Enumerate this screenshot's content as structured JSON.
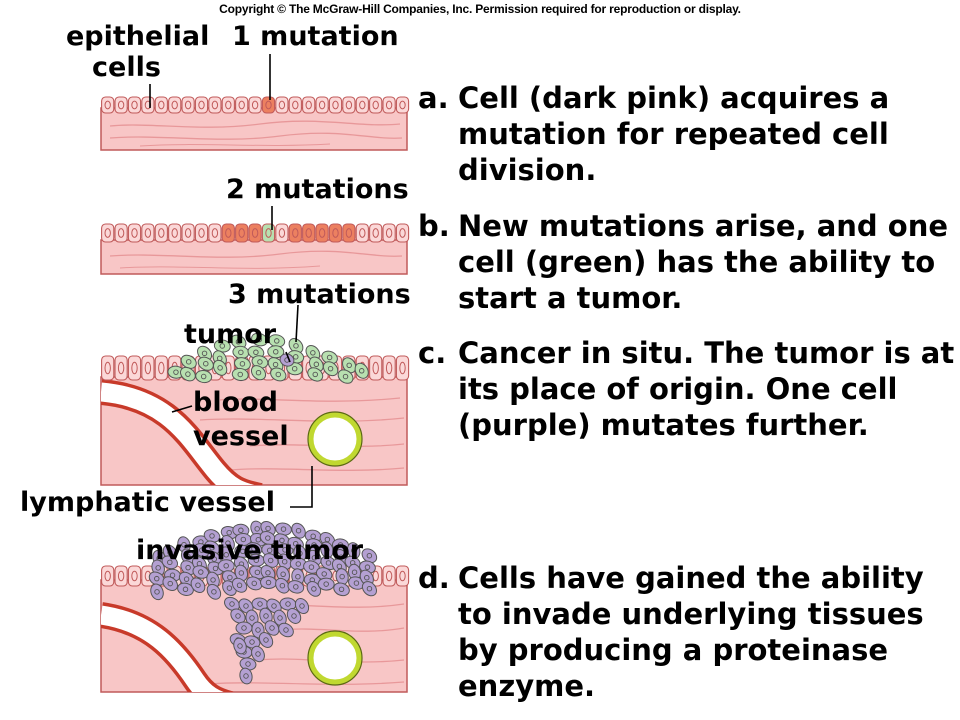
{
  "copyright": "Copyright © The McGraw-Hill Companies, Inc. Permission required for reproduction or display.",
  "labels": {
    "epithelial_line1": "epithelial",
    "epithelial_line2": "cells",
    "mutation1": "1 mutation",
    "mutation2": "2 mutations",
    "mutation3": "3 mutations",
    "tumor": "tumor",
    "blood_line1": "blood",
    "blood_line2": "vessel",
    "lymphatic": "lymphatic vessel",
    "invasive": "invasive tumor"
  },
  "steps": [
    {
      "letter": "a.",
      "text": "Cell (dark pink) acquires a mutation for repeated cell division."
    },
    {
      "letter": "b.",
      "text": "New mutations arise, and one cell (green) has the ability to start a tumor."
    },
    {
      "letter": "c.",
      "text": "Cancer in situ. The tumor is at its place of origin. One cell (purple) mutates further."
    },
    {
      "letter": "d.",
      "text": "Cells have gained the ability to invade underlying tissues by producing a proteinase enzyme."
    }
  ],
  "colors": {
    "tissue": "#f8c6c6",
    "tissue_line": "#e8989a",
    "cell_fill": "#fbd8d8",
    "cell_outline": "#c05a5a",
    "mutated": "#ec8060",
    "green": "#b8e0b0",
    "purple": "#b4a0d2",
    "vessel": "#c83a2a",
    "lymph": "#c0d830"
  }
}
